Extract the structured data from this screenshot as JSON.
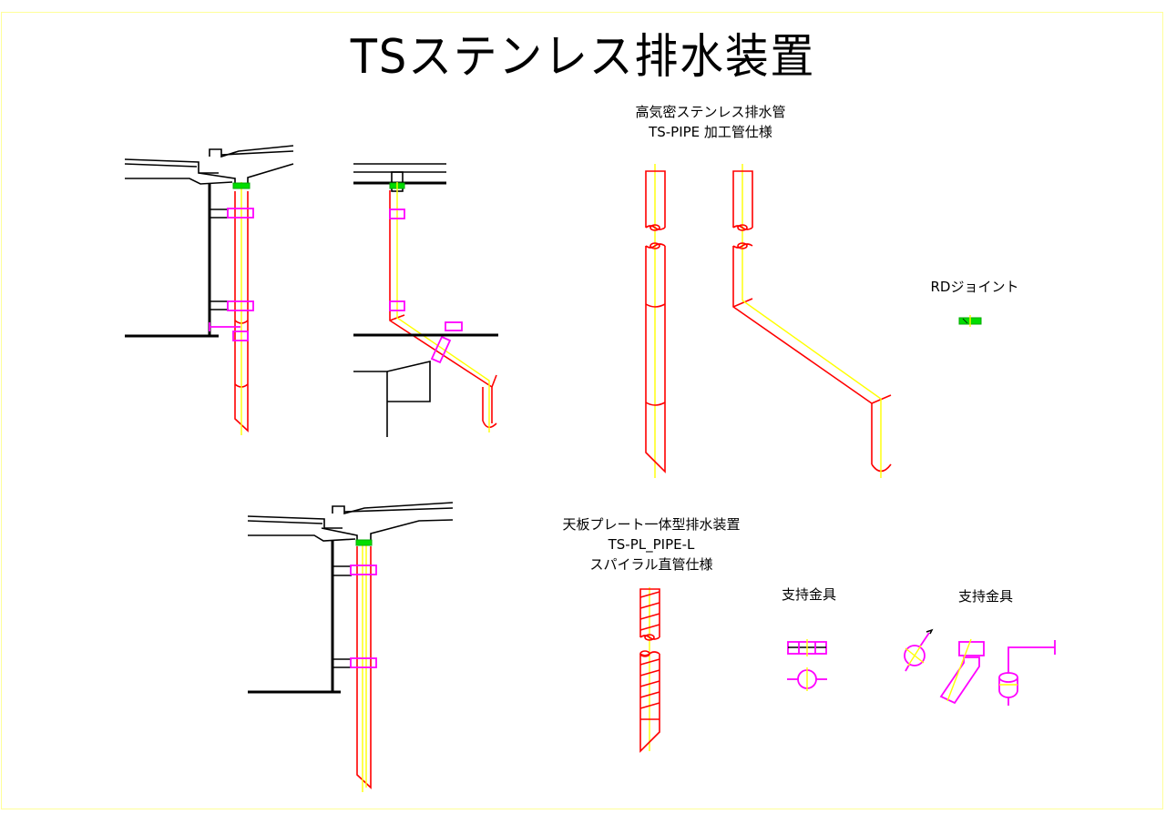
{
  "sheet": {
    "title": "TSステンレス排水装置",
    "border_color": "#ffff99"
  },
  "sections": {
    "ts_pipe": {
      "line1": "高気密ステンレス排水管",
      "line2": "TS-PIPE 加工管仕様"
    },
    "rd_joint": {
      "label": "RDジョイント"
    },
    "ts_pl_pipe": {
      "line1": "天板プレート一体型排水装置",
      "line2": "TS-PL_PIPE-L",
      "line3": "スパイラル直管仕様"
    },
    "bracket_a": {
      "label": "支持金具"
    },
    "bracket_b": {
      "label": "支持金具"
    }
  },
  "colors": {
    "outline": "#000000",
    "pipe": "#ff0000",
    "centerline": "#ffff00",
    "bracket": "#ff00ff",
    "joint": "#00dd00"
  }
}
